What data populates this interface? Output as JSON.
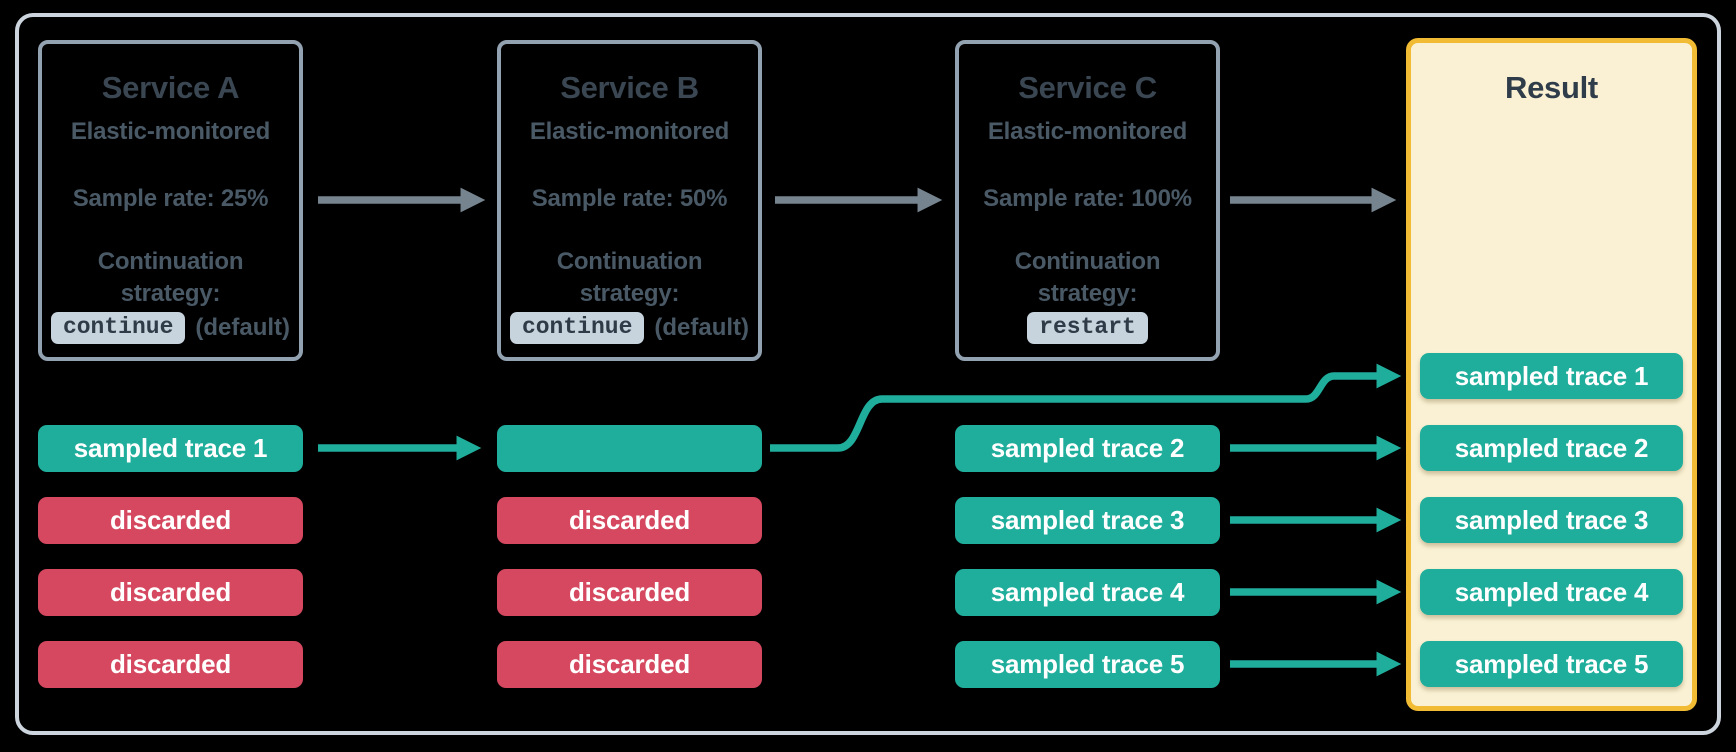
{
  "palette": {
    "background": "#000000",
    "frame_border": "#ccd4dd",
    "service_border": "#93a2b1",
    "title_text": "#3a4652",
    "body_text": "#4a5966",
    "code_badge_bg": "#c7d3dd",
    "code_badge_text": "#2f3b47",
    "teal_accent": "#1fae9c",
    "red_accent": "#d5485f",
    "pill_text": "#ffffff",
    "result_bg": "#faf1d4",
    "result_border": "#f1bb33",
    "gray_arrow": "#76848f"
  },
  "services": [
    {
      "title": "Service A",
      "monitoring": "Elastic-monitored",
      "sample_rate": "Sample rate: 25%",
      "continuation": "Continuation\nstrategy:",
      "strategy_code": "continue",
      "strategy_suffix": "(default)"
    },
    {
      "title": "Service B",
      "monitoring": "Elastic-monitored",
      "sample_rate": "Sample rate: 50%",
      "continuation": "Continuation\nstrategy:",
      "strategy_code": "continue",
      "strategy_suffix": "(default)"
    },
    {
      "title": "Service C",
      "monitoring": "Elastic-monitored",
      "sample_rate": "Sample rate: 100%",
      "continuation": "Continuation\nstrategy:",
      "strategy_code": "restart",
      "strategy_suffix": ""
    }
  ],
  "trace_rows": {
    "service_a": [
      "sampled trace 1",
      "discarded",
      "discarded",
      "discarded"
    ],
    "service_b": [
      "",
      "discarded",
      "discarded",
      "discarded"
    ],
    "service_c": [
      "sampled trace 2",
      "sampled trace 3",
      "sampled trace 4",
      "sampled trace 5"
    ]
  },
  "result": {
    "title": "Result",
    "pills": [
      "sampled trace 1",
      "sampled trace 2",
      "sampled trace 3",
      "sampled trace 4",
      "sampled trace 5"
    ]
  }
}
